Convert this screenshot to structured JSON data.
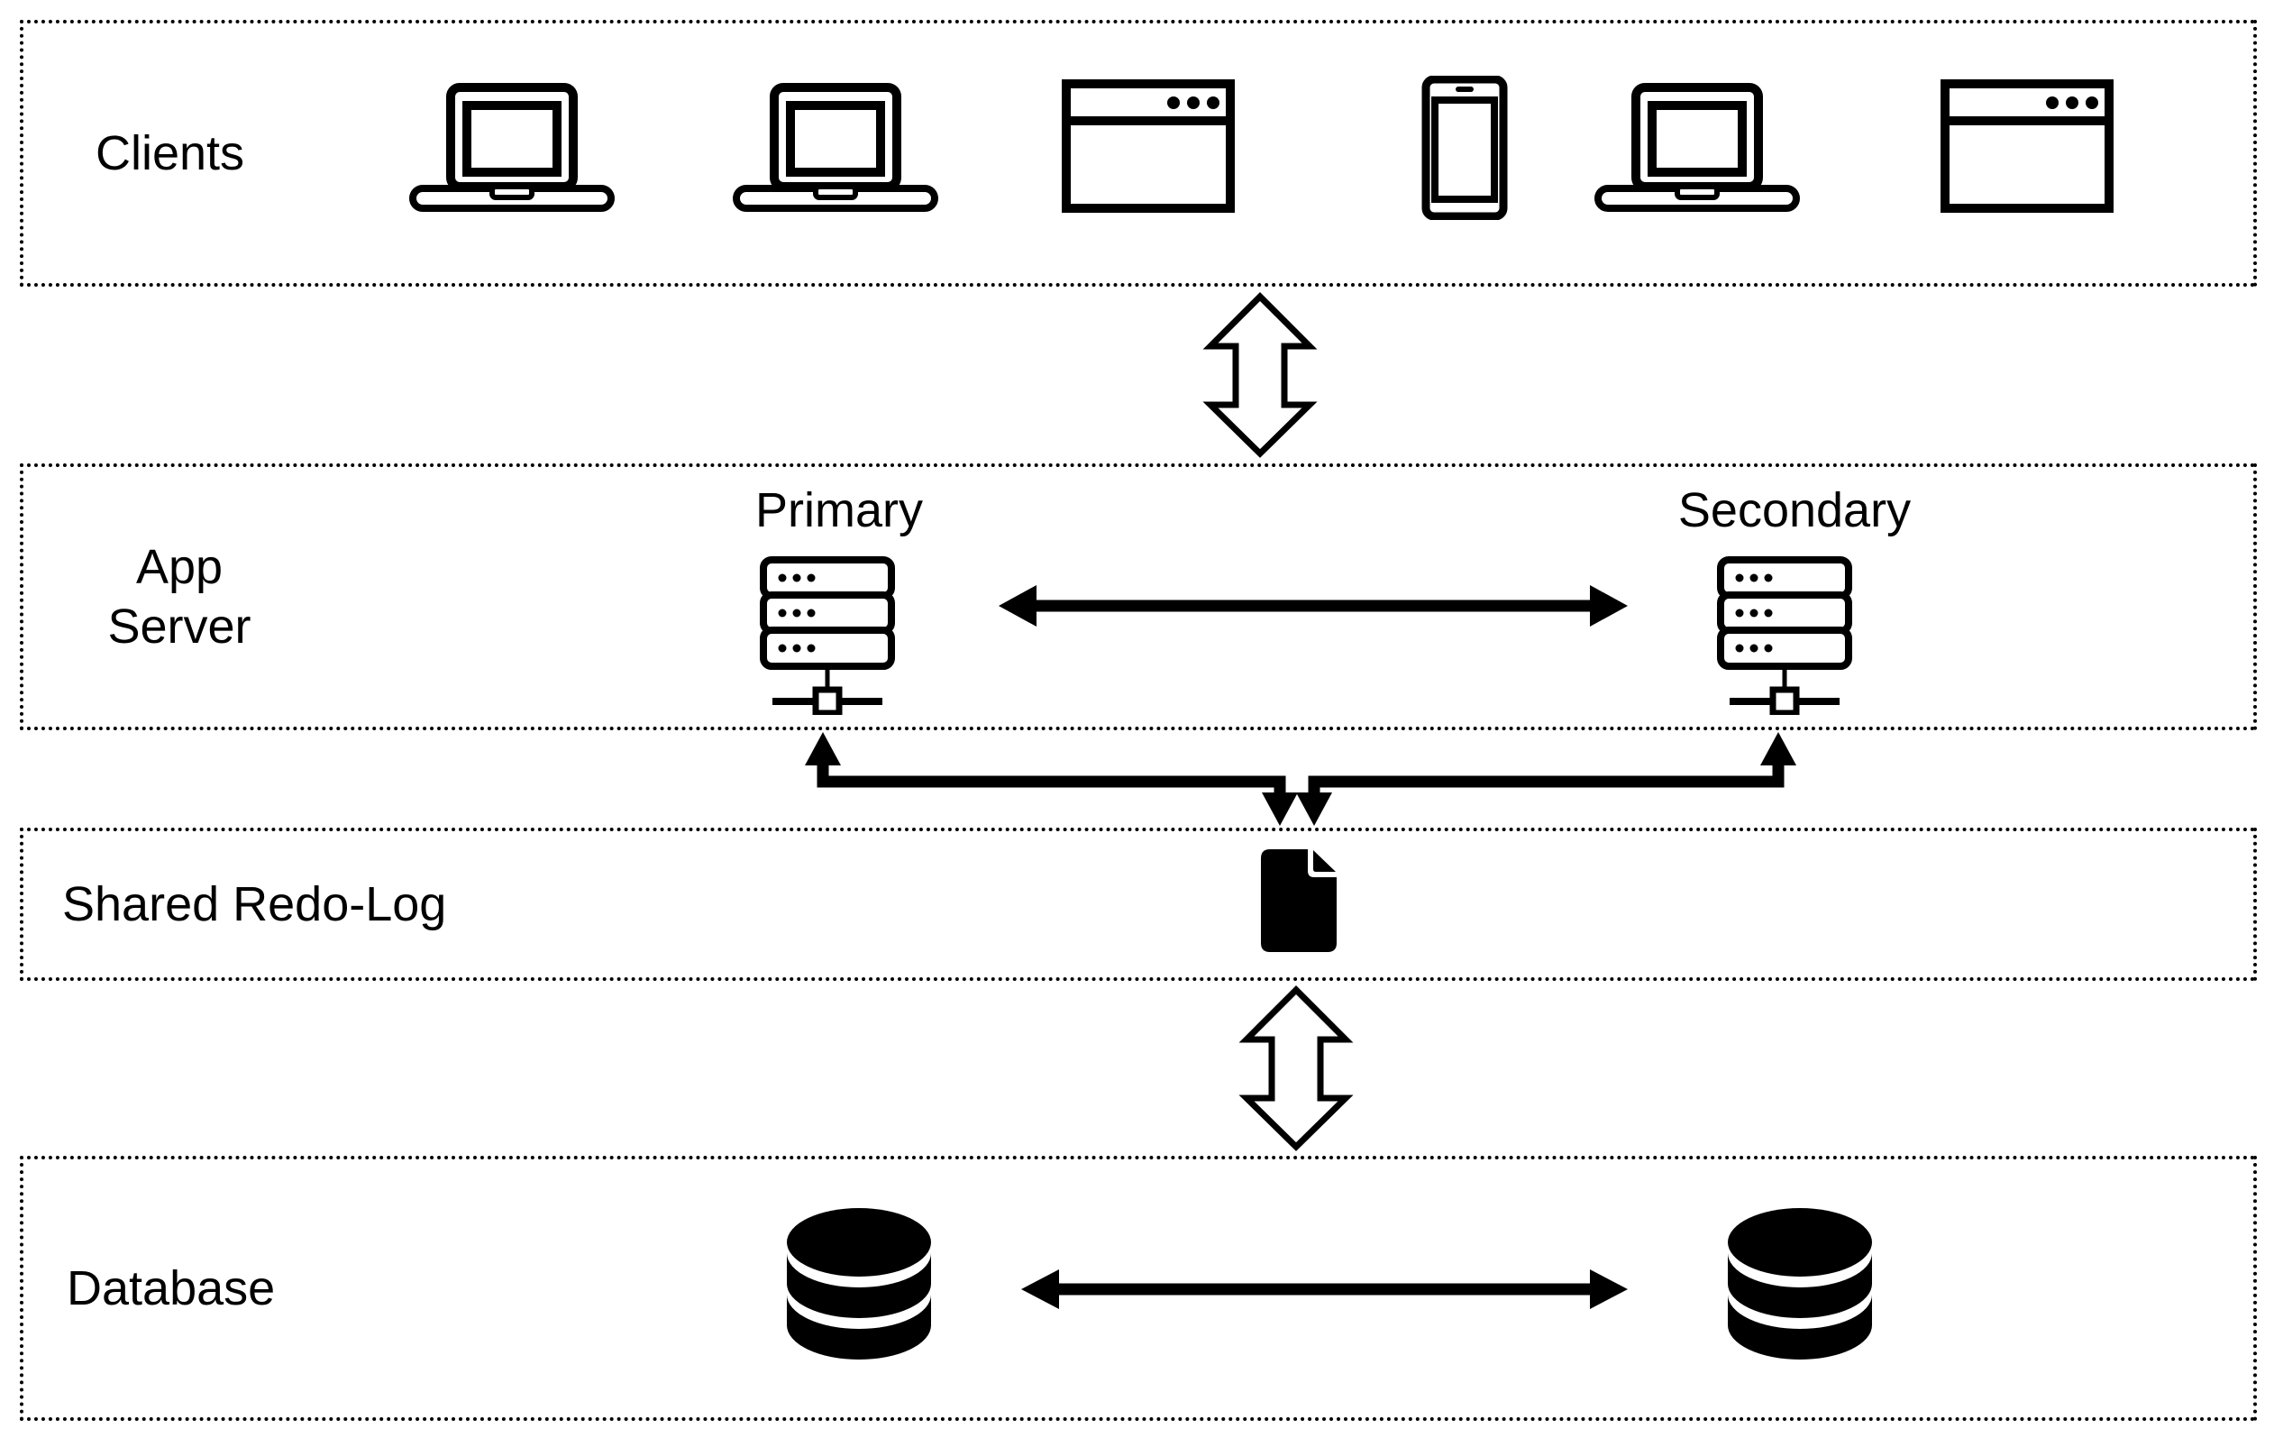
{
  "colors": {
    "ink": "#000000",
    "background": "#ffffff"
  },
  "bands": {
    "clients": {
      "label": "Clients"
    },
    "app_server": {
      "label_line1": "App",
      "label_line2": "Server",
      "primary_label": "Primary",
      "secondary_label": "Secondary"
    },
    "shared_redo_log": {
      "label": "Shared Redo-Log"
    },
    "database": {
      "label": "Database"
    }
  },
  "icons": {
    "clients": [
      "laptop",
      "laptop",
      "browser-window",
      "smartphone",
      "laptop",
      "browser-window"
    ],
    "app_server": [
      "server-rack-primary",
      "server-rack-secondary"
    ],
    "shared_redo_log": [
      "log-document"
    ],
    "database": [
      "database-cylinder-left",
      "database-cylinder-right"
    ]
  },
  "connections": [
    {
      "from": "clients",
      "to": "app-server",
      "style": "hollow-double-arrow",
      "direction": "bidirectional"
    },
    {
      "from": "primary-app-server",
      "to": "secondary-app-server",
      "style": "solid-double-arrow",
      "direction": "bidirectional"
    },
    {
      "from": "primary-app-server",
      "to": "shared-redo-log",
      "style": "solid-elbow-arrow",
      "direction": "bidirectional"
    },
    {
      "from": "secondary-app-server",
      "to": "shared-redo-log",
      "style": "solid-elbow-arrow",
      "direction": "bidirectional"
    },
    {
      "from": "shared-redo-log",
      "to": "database",
      "style": "hollow-double-arrow",
      "direction": "bidirectional"
    },
    {
      "from": "database-left",
      "to": "database-right",
      "style": "solid-double-arrow",
      "direction": "bidirectional"
    }
  ]
}
